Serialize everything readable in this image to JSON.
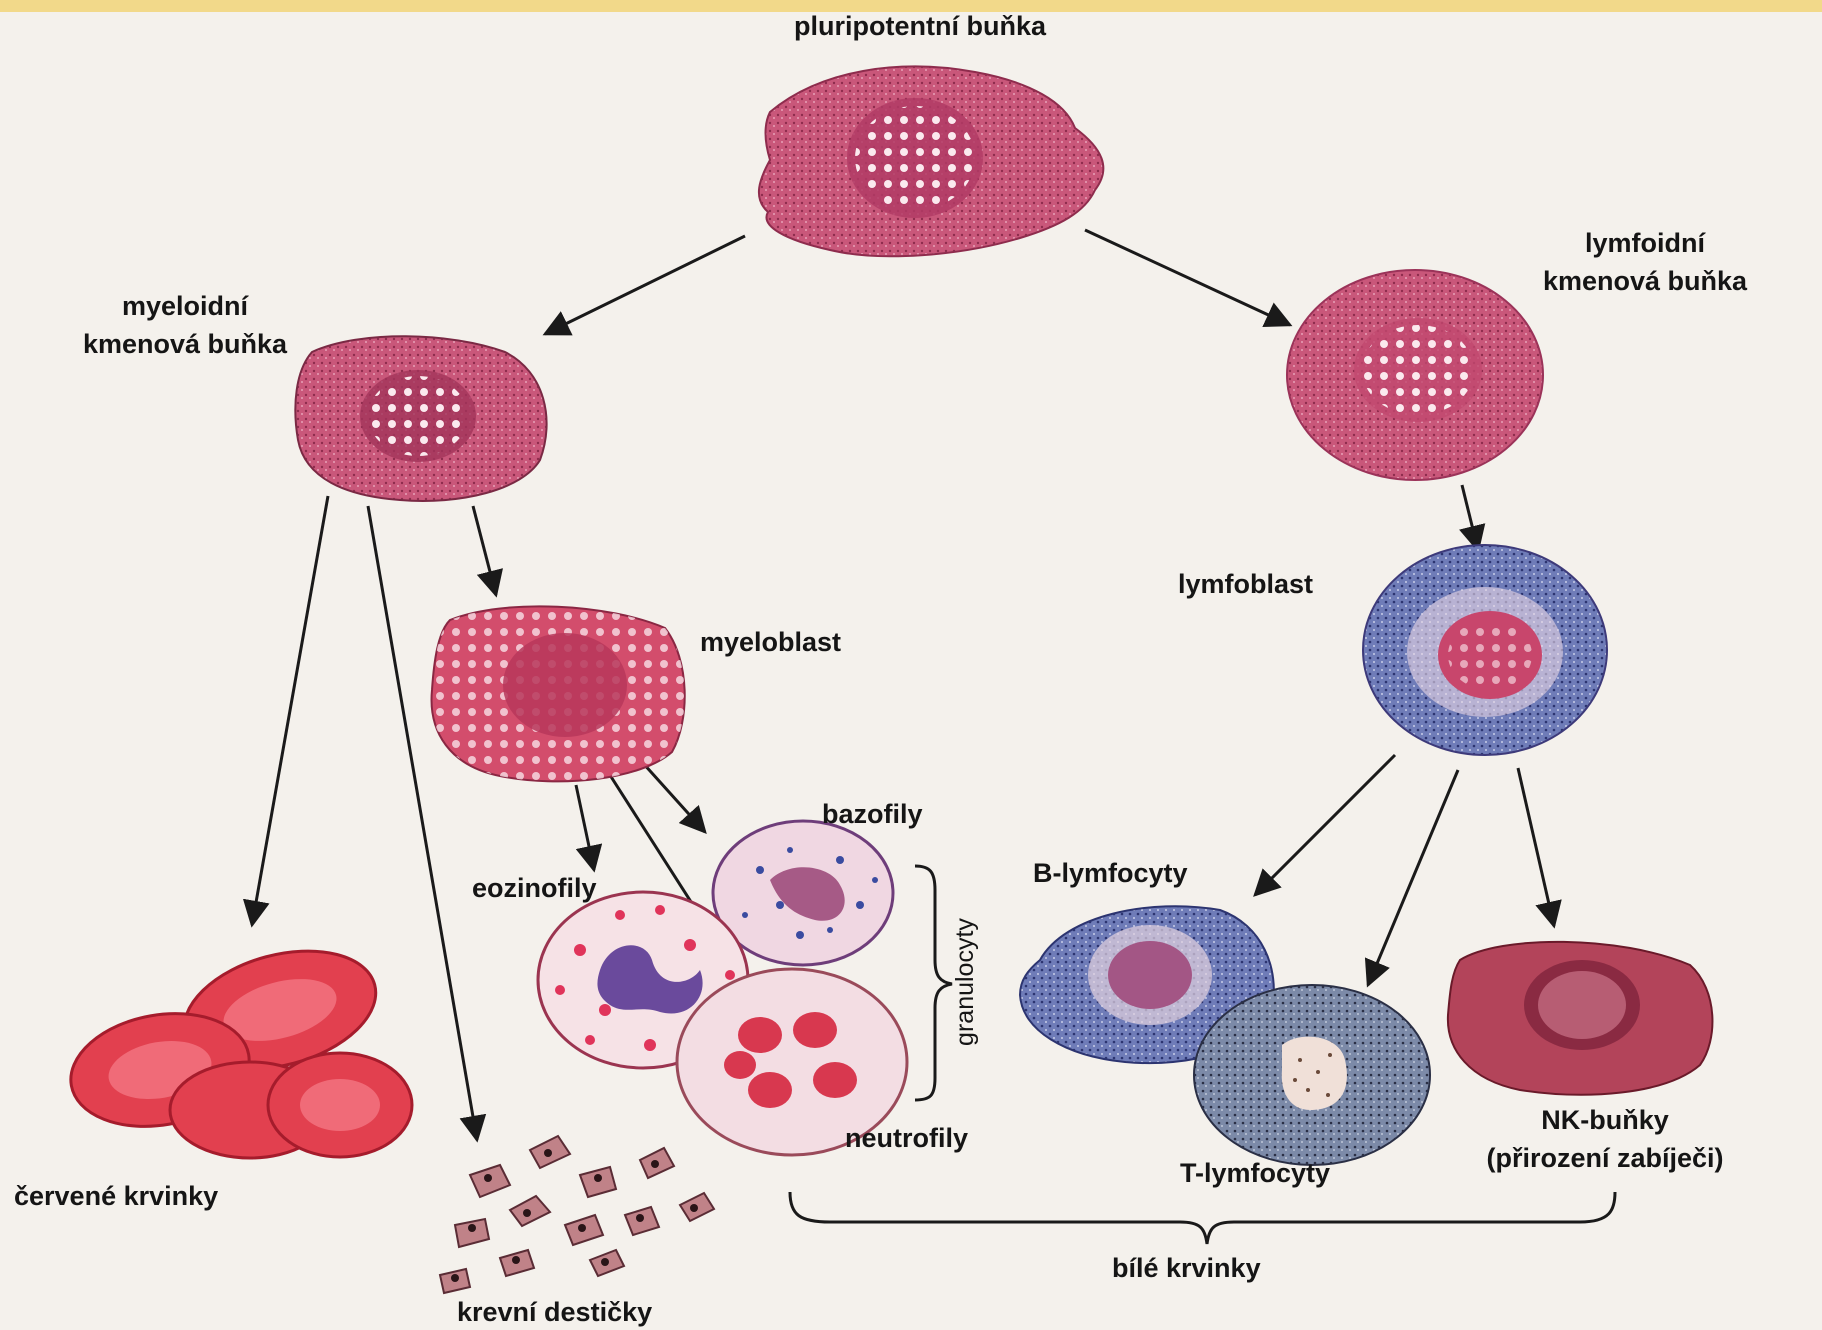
{
  "labels": {
    "pluripotent": "pluripotentní buňka",
    "myeloid_line1": "myeloidní",
    "myeloid_line2": "kmenová buňka",
    "lymphoid_line1": "lymfoidní",
    "lymphoid_line2": "kmenová buňka",
    "myeloblast": "myeloblast",
    "lymfoblast": "lymfoblast",
    "bazofily": "bazofily",
    "eozinofily": "eozinofily",
    "neutrofily": "neutrofily",
    "granulocyty": "granulocyty",
    "b_lymfocyty": "B-lymfocyty",
    "t_lymfocyty": "T-lymfocyty",
    "nk_line1": "NK-buňky",
    "nk_line2": "(přirození zabíječi)",
    "cervene_krvinky": "červené krvinky",
    "krevni_desticky": "krevní destičky",
    "bile_krvinky": "bílé krvinky"
  },
  "colors": {
    "arrow": "#1a1a1a",
    "pink_cell": "#c9577a",
    "red_cell": "#e2404f",
    "blue_cell": "#5a6aa8",
    "nk_cell": "#a33a4a",
    "platelet": "#b5737a",
    "background": "#f4f1ec",
    "topbar": "#f2d98a"
  }
}
